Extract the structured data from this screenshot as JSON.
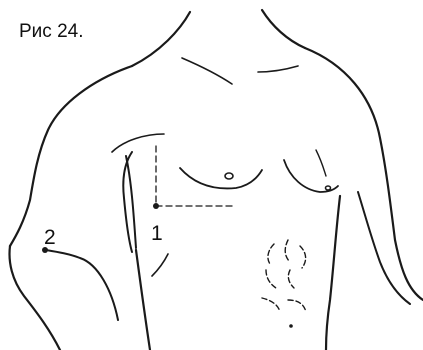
{
  "figure": {
    "caption": "Рис 24.",
    "points": [
      {
        "label": "1"
      },
      {
        "label": "2"
      }
    ],
    "colors": {
      "line": "#1a1a1a",
      "background": "#ffffff"
    }
  }
}
